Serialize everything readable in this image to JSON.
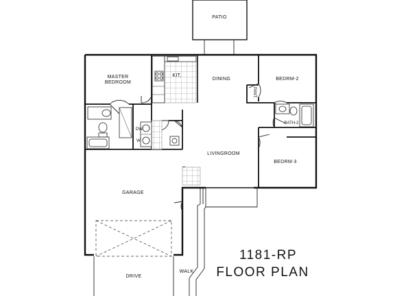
{
  "plan": {
    "title_line1": "1181-RP",
    "title_line2": "FLOOR PLAN"
  },
  "rooms": {
    "patio": "PATIO",
    "master_line1": "MASTER",
    "master_line2": "BEDROOM",
    "kit": "KIT.",
    "dining": "DINING",
    "pant": "PANT.",
    "bedrm2": "BEDRM-2",
    "bath2": "BATH-2",
    "bedrm3": "BEDRM-3",
    "livingroom": "LIVINGROOM",
    "garage": "GARAGE",
    "drive": "DRIVE",
    "walk": "WALK",
    "dw": "DW",
    "w": "W"
  }
}
